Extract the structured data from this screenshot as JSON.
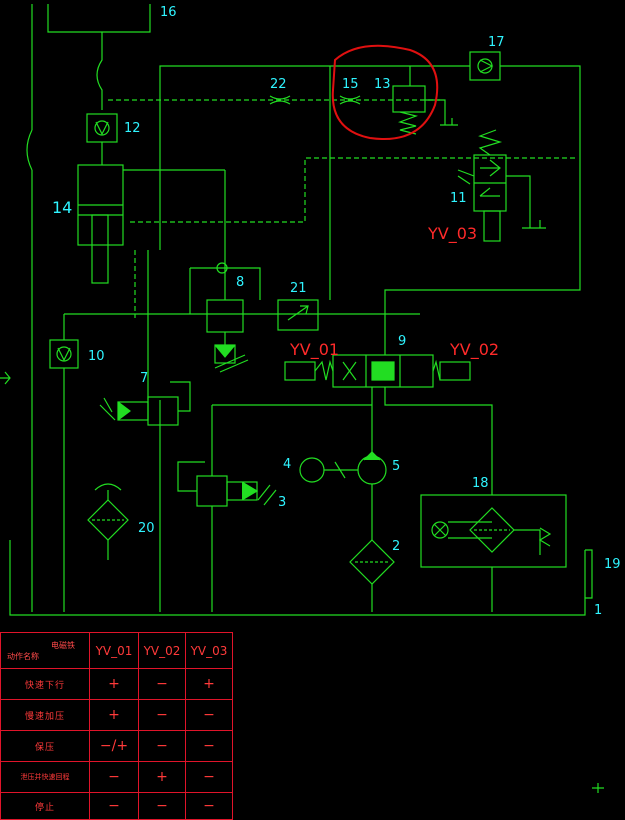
{
  "diagram": {
    "components": [
      {
        "id": "c1",
        "label": "1"
      },
      {
        "id": "c2",
        "label": "2"
      },
      {
        "id": "c3",
        "label": "3"
      },
      {
        "id": "c4",
        "label": "4"
      },
      {
        "id": "c5",
        "label": "5"
      },
      {
        "id": "c7",
        "label": "7"
      },
      {
        "id": "c8",
        "label": "8"
      },
      {
        "id": "c9",
        "label": "9"
      },
      {
        "id": "c10",
        "label": "10"
      },
      {
        "id": "c11",
        "label": "11"
      },
      {
        "id": "c12",
        "label": "12"
      },
      {
        "id": "c13",
        "label": "13"
      },
      {
        "id": "c14",
        "label": "14"
      },
      {
        "id": "c15",
        "label": "15"
      },
      {
        "id": "c16",
        "label": "16"
      },
      {
        "id": "c17",
        "label": "17"
      },
      {
        "id": "c18",
        "label": "18"
      },
      {
        "id": "c19",
        "label": "19"
      },
      {
        "id": "c20",
        "label": "20"
      },
      {
        "id": "c21",
        "label": "21"
      },
      {
        "id": "c22",
        "label": "22"
      }
    ],
    "solenoids": {
      "yv01": "YV_01",
      "yv02": "YV_02",
      "yv03": "YV_03"
    },
    "colors": {
      "line": "#22dd22",
      "label": "#2ff4ff",
      "solenoid": "#ff2a2a",
      "highlight": "#e01010",
      "table": "#e0142a"
    }
  },
  "table": {
    "corner_top": "电磁铁",
    "corner_bottom": "动作名称",
    "columns": [
      "YV_01",
      "YV_02",
      "YV_03"
    ],
    "rows": [
      {
        "name": "快速下行",
        "values": [
          "+",
          "−",
          "+"
        ]
      },
      {
        "name": "慢速加压",
        "values": [
          "+",
          "−",
          "−"
        ]
      },
      {
        "name": "保压",
        "values": [
          "−/+",
          "−",
          "−"
        ]
      },
      {
        "name": "泄压并快速回程",
        "values": [
          "−",
          "+",
          "−"
        ]
      },
      {
        "name": "停止",
        "values": [
          "−",
          "−",
          "−"
        ]
      }
    ]
  }
}
